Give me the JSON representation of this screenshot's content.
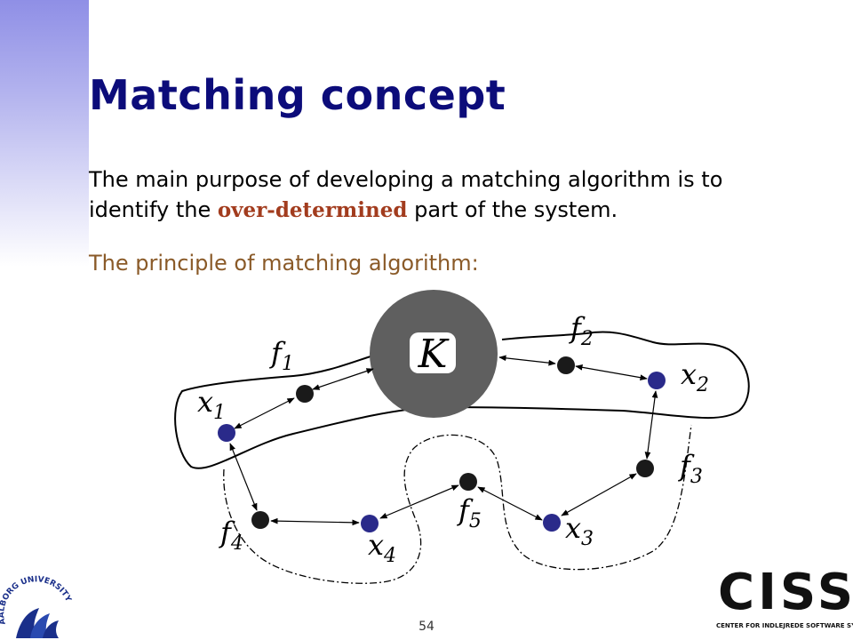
{
  "slide": {
    "title": "Matching concept",
    "intro_part1": "The main purpose of developing a matching algorithm is to identify the ",
    "intro_emphasis": "over-determined",
    "intro_part2": " part of the system.",
    "principle": "The principle of matching algorithm:",
    "page_number": "54"
  },
  "diagram": {
    "center_label": "K",
    "labels": {
      "f1": "f",
      "f1_sub": "1",
      "f2": "f",
      "f2_sub": "2",
      "f3": "f",
      "f3_sub": "3",
      "f4": "f",
      "f4_sub": "4",
      "f5": "f",
      "f5_sub": "5",
      "x1": "x",
      "x1_sub": "1",
      "x2": "x",
      "x2_sub": "2",
      "x3": "x",
      "x3_sub": "3",
      "x4": "x",
      "x4_sub": "4"
    }
  },
  "logos": {
    "aau_text": "AALBORG UNIVERSITY",
    "ciss_text": "CISS",
    "ciss_subtitle": "CENTER FOR INDLEJREDE SOFTWARE SYSTEMER"
  },
  "colors": {
    "title": "#0c0c7a",
    "emphasis": "#a23c1e",
    "principle": "#8a5a28",
    "variable_node": "#2a2a8a",
    "constraint_node": "#1a1a1a",
    "center_circle": "#5f5f5f"
  }
}
